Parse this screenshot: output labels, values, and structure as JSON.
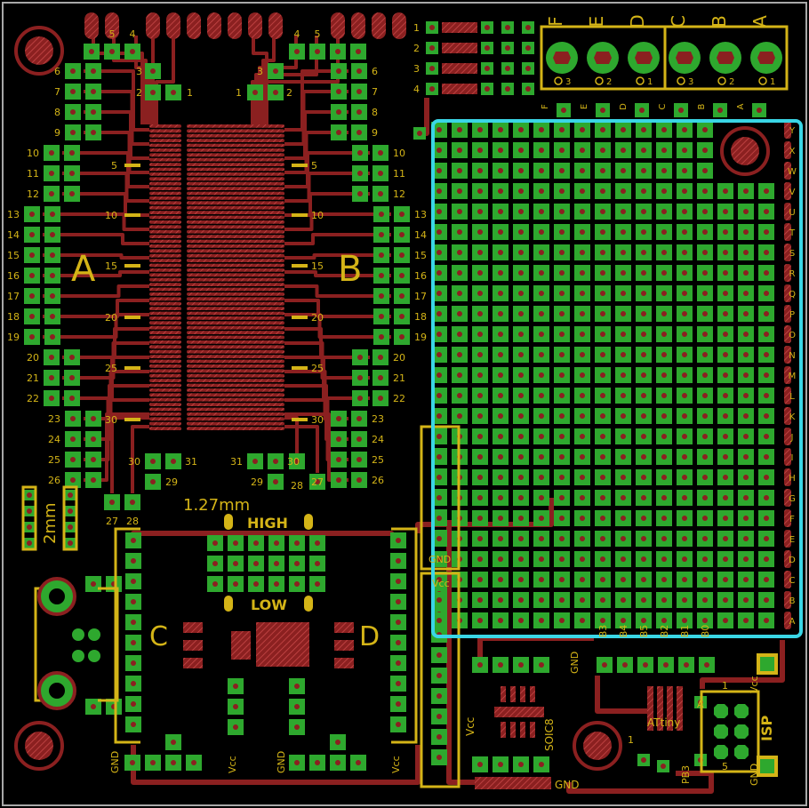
{
  "colors": {
    "background": "#000000",
    "outline": "#a8a8a8",
    "copper": "#8b2020",
    "copper_hatch": "#c84848",
    "pad": "#2ea82e",
    "silk": "#d4b417",
    "label": "#dcdcdc",
    "highlight": "#3ad6e6"
  },
  "left_header": {
    "top_pins": [
      "5",
      "4"
    ],
    "side_pins": [
      "6",
      "7",
      "8",
      "9",
      "10",
      "11",
      "12",
      "13",
      "14",
      "15",
      "16",
      "17",
      "18",
      "19",
      "20",
      "21",
      "22",
      "23",
      "24",
      "25",
      "26"
    ],
    "inner_top": [
      "3",
      "2",
      "1"
    ],
    "bottom_pins": [
      "27",
      "28",
      "29",
      "30",
      "31"
    ]
  },
  "right_header": {
    "top_pins": [
      "4",
      "5"
    ],
    "side_pins": [
      "6",
      "7",
      "8",
      "9",
      "10",
      "11",
      "12",
      "13",
      "14",
      "15",
      "16",
      "17",
      "18",
      "19",
      "20",
      "21",
      "22",
      "23",
      "24",
      "25",
      "26"
    ],
    "inner_top": [
      "3",
      "2",
      "1"
    ],
    "bottom_pins": [
      "31",
      "29",
      "30",
      "28",
      "27"
    ]
  },
  "center_markers": {
    "left": [
      "5",
      "10",
      "15",
      "20",
      "25",
      "30"
    ],
    "right": [
      "5",
      "10",
      "15",
      "20",
      "25",
      "30"
    ]
  },
  "big_labels": {
    "a": "A",
    "b": "B",
    "c": "C",
    "d": "D"
  },
  "pitch_label": "1.27mm",
  "pitch2_label": "2mm",
  "high_label": "HIGH",
  "low_label": "LOW",
  "row_numbers": [
    "1",
    "2",
    "3",
    "4"
  ],
  "connector_letters": [
    "F",
    "E",
    "D",
    "C",
    "B",
    "A"
  ],
  "connector_pin_labels": [
    "3",
    "2",
    "1",
    "3",
    "2",
    "1"
  ],
  "small_connector_letters": [
    "F",
    "E",
    "D",
    "C",
    "B",
    "A"
  ],
  "grid_row_letters": [
    "Y",
    "X",
    "W",
    "V",
    "U",
    "T",
    "S",
    "R",
    "Q",
    "P",
    "O",
    "N",
    "M",
    "L",
    "K",
    "J",
    "I",
    "H",
    "G",
    "F",
    "E",
    "D",
    "C",
    "B",
    "A"
  ],
  "port_labels": [
    "B3",
    "B4",
    "B5",
    "B2",
    "B1",
    "B0"
  ],
  "gnd_label": "GND",
  "vcc_label": "Vcc",
  "soic_label": "SOIC8",
  "attiny_label": "ATtiny",
  "isp_label": "ISP",
  "pb3_label": "PB3",
  "isp_pin_1": "1",
  "isp_pin_5": "5",
  "misc_a": "A",
  "misc_one": "1"
}
